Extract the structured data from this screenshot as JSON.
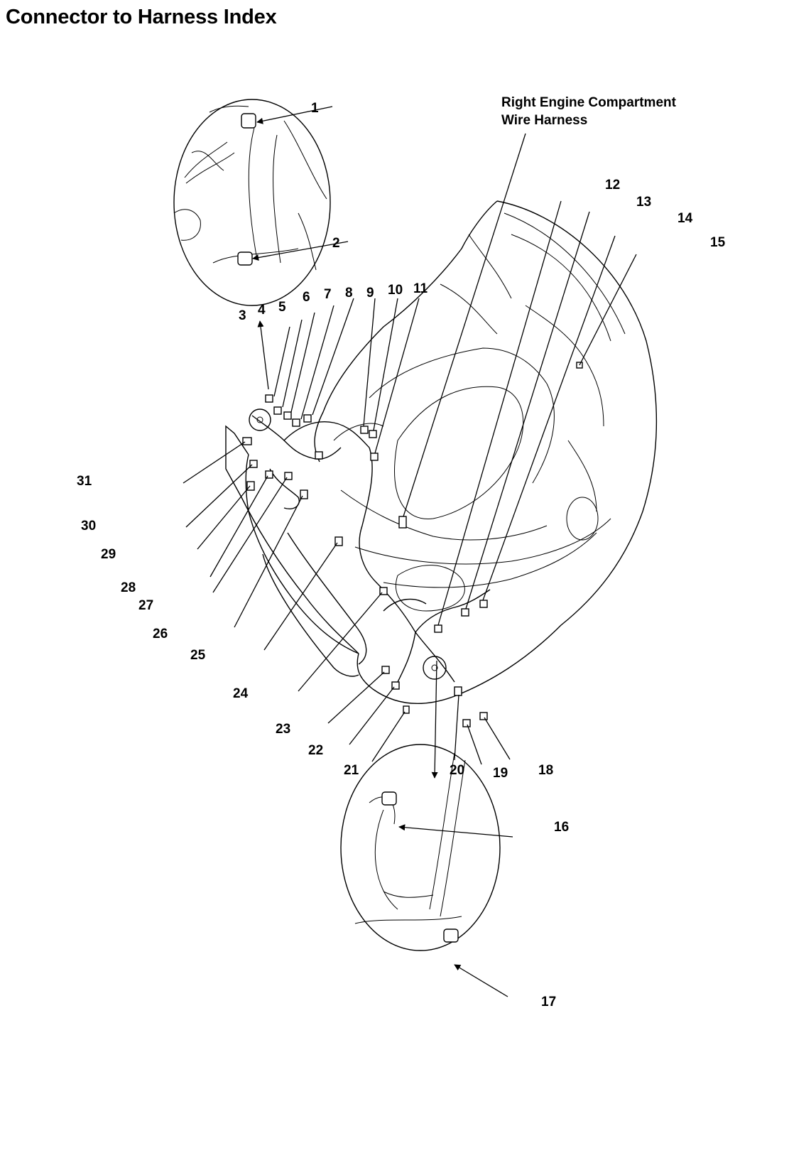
{
  "title": "Connector to Harness Index",
  "harness_label": {
    "line1": "Right Engine Compartment",
    "line2": "Wire Harness"
  },
  "callouts": [
    "1",
    "2",
    "3",
    "4",
    "5",
    "6",
    "7",
    "8",
    "9",
    "10",
    "11",
    "12",
    "13",
    "14",
    "15",
    "16",
    "17",
    "18",
    "19",
    "20",
    "21",
    "22",
    "23",
    "24",
    "25",
    "26",
    "27",
    "28",
    "29",
    "30",
    "31"
  ],
  "colors": {
    "ink": "#000000",
    "background": "#ffffff"
  }
}
